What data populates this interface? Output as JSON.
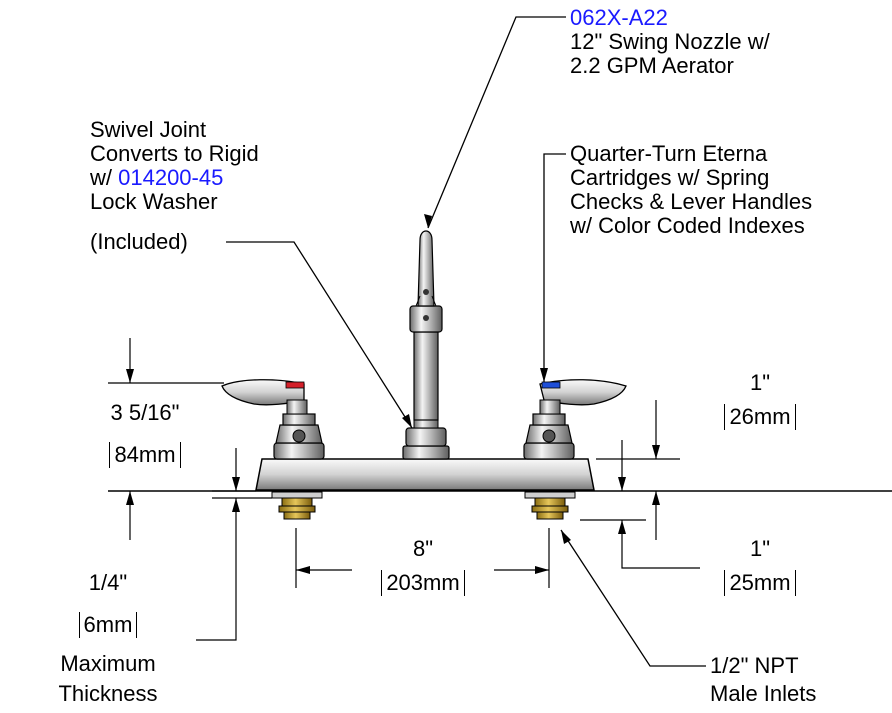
{
  "callouts": {
    "nozzle": {
      "part": "062X-A22",
      "line1": "12\" Swing Nozzle w/",
      "line2": "2.2 GPM Aerator"
    },
    "swivel": {
      "line1": "Swivel Joint",
      "line2": "Converts to Rigid",
      "line3_prefix": "w/ ",
      "part": "014200-45",
      "line4": "Lock Washer",
      "line5": "(Included)"
    },
    "cartridges": {
      "line1": "Quarter-Turn Eterna",
      "line2": "Cartridges w/ Spring",
      "line3": "Checks & Lever Handles",
      "line4": "w/ Color Coded Indexes"
    },
    "inlets": {
      "line1": "1/2\" NPT",
      "line2": "Male Inlets"
    },
    "thickness": {
      "line1": "Maximum",
      "line2": "Thickness"
    }
  },
  "dimensions": {
    "height": {
      "imperial": "3 5/16\"",
      "metric": "84mm"
    },
    "deck_height": {
      "imperial": "1\"",
      "metric": "26mm"
    },
    "spacing": {
      "imperial": "8\"",
      "metric": "203mm"
    },
    "shank": {
      "imperial": "1\"",
      "metric": "25mm"
    },
    "max_thickness": {
      "imperial": "1/4\"",
      "metric": "6mm"
    }
  },
  "colors": {
    "part_number": "#1a1aff",
    "hot_index": "#d4202a",
    "cold_index": "#1f4fd8",
    "brass": "#c9a227"
  }
}
